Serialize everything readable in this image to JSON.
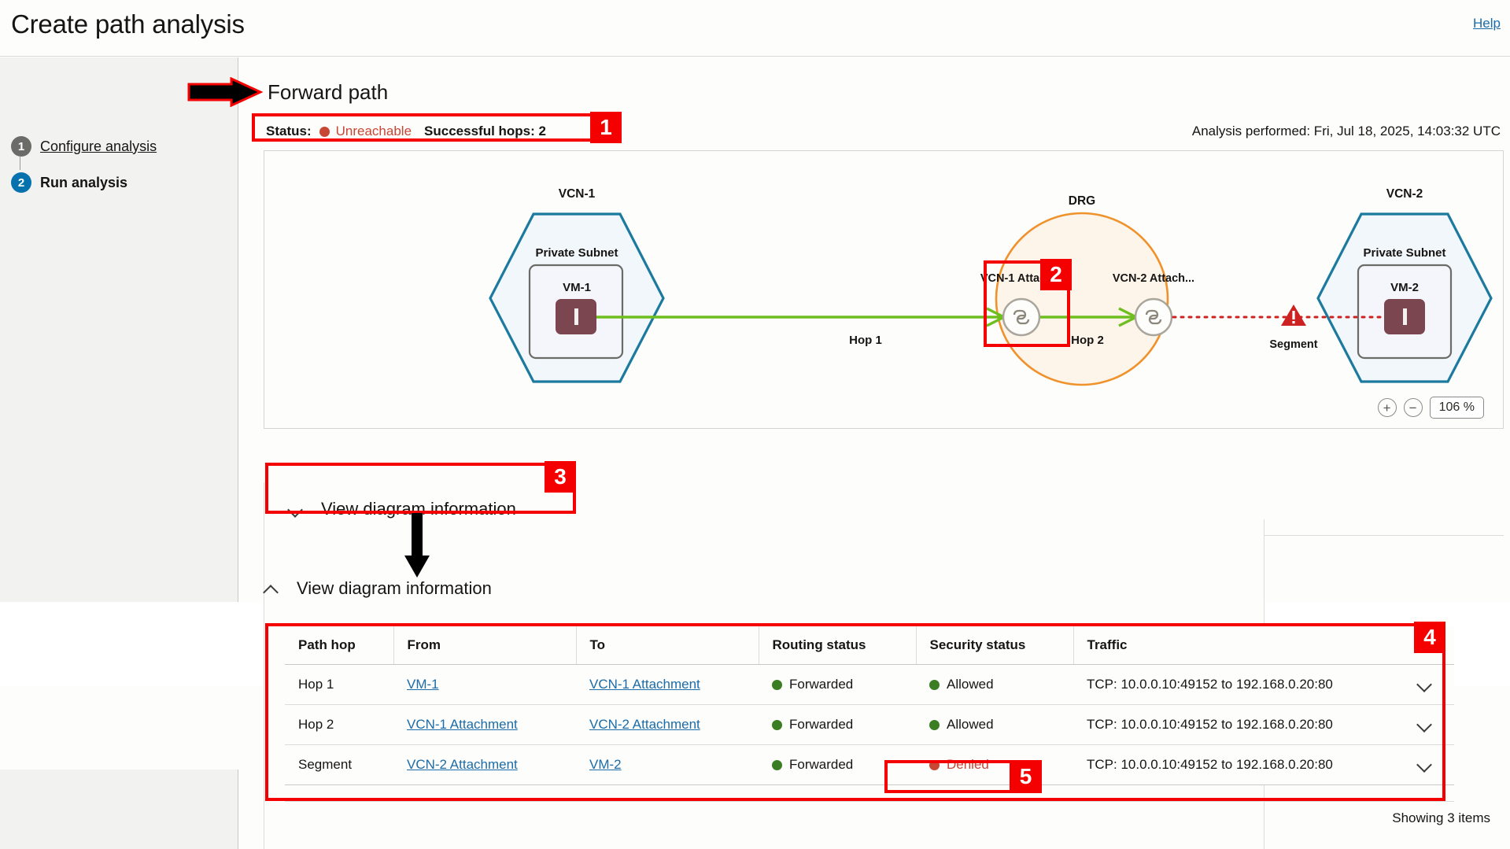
{
  "header": {
    "title": "Create path analysis",
    "help_label": "Help"
  },
  "sidebar": {
    "steps": [
      {
        "number": "1",
        "label": "Configure analysis",
        "state": "completed"
      },
      {
        "number": "2",
        "label": "Run analysis",
        "state": "current"
      }
    ]
  },
  "main": {
    "section_title": "Forward path",
    "status": {
      "label": "Status:",
      "value": "Unreachable",
      "value_color": "#c74634",
      "hops_label": "Successful hops: 2"
    },
    "analysis_performed": "Analysis performed: Fri, Jul 18, 2025, 14:03:32 UTC"
  },
  "diagram": {
    "nodes": {
      "vcn1_label": "VCN-1",
      "vcn1_subnet_label": "Private Subnet",
      "vm1_label": "VM-1",
      "drg_label": "DRG",
      "vcn1_attachment_label": "VCN-1 Attach...",
      "vcn2_attachment_label": "VCN-2 Attach...",
      "segment_label": "Segment",
      "vcn2_label": "VCN-2",
      "vcn2_subnet_label": "Private Subnet",
      "vm2_label": "VM-2"
    },
    "edges": {
      "hop1_label": "Hop 1",
      "hop2_label": "Hop 2"
    },
    "colors": {
      "vcn_stroke": "#1c7a9e",
      "vcn_fill": "#f2f7fc",
      "drg_stroke": "#f0922b",
      "drg_fill": "#fdf4ea",
      "edge_ok": "#6fbe1f",
      "edge_denied": "#cc2222",
      "vm_fill": "#7c4651"
    },
    "zoom": {
      "zoom_in_icon": "plus-icon",
      "zoom_out_icon": "minus-icon",
      "level": "106  %"
    }
  },
  "accordion_collapsed": {
    "label": "View diagram information",
    "icon": "chevron-down-icon"
  },
  "accordion_expanded": {
    "label": "View diagram information",
    "icon": "chevron-up-icon"
  },
  "table": {
    "columns": [
      "Path hop",
      "From",
      "To",
      "Routing status",
      "Security status",
      "Traffic"
    ],
    "rows": [
      {
        "path_hop": "Hop 1",
        "from": "VM-1",
        "to": "VCN-1 Attachment",
        "routing_status": "Forwarded",
        "routing_state": "ok",
        "security_status": "Allowed",
        "security_state": "ok",
        "traffic": "TCP: 10.0.0.10:49152 to 192.168.0.20:80"
      },
      {
        "path_hop": "Hop 2",
        "from": "VCN-1 Attachment",
        "to": "VCN-2 Attachment",
        "routing_status": "Forwarded",
        "routing_state": "ok",
        "security_status": "Allowed",
        "security_state": "ok",
        "traffic": "TCP: 10.0.0.10:49152 to 192.168.0.20:80"
      },
      {
        "path_hop": "Segment",
        "from": "VCN-2 Attachment",
        "to": "VM-2",
        "routing_status": "Forwarded",
        "routing_state": "ok",
        "security_status": "Denied",
        "security_state": "denied",
        "traffic": "TCP: 10.0.0.10:49152 to 192.168.0.20:80"
      }
    ],
    "footer": "Showing 3 items"
  },
  "annotations": {
    "color": "#f40000",
    "badges": [
      "1",
      "2",
      "3",
      "4",
      "5"
    ]
  }
}
